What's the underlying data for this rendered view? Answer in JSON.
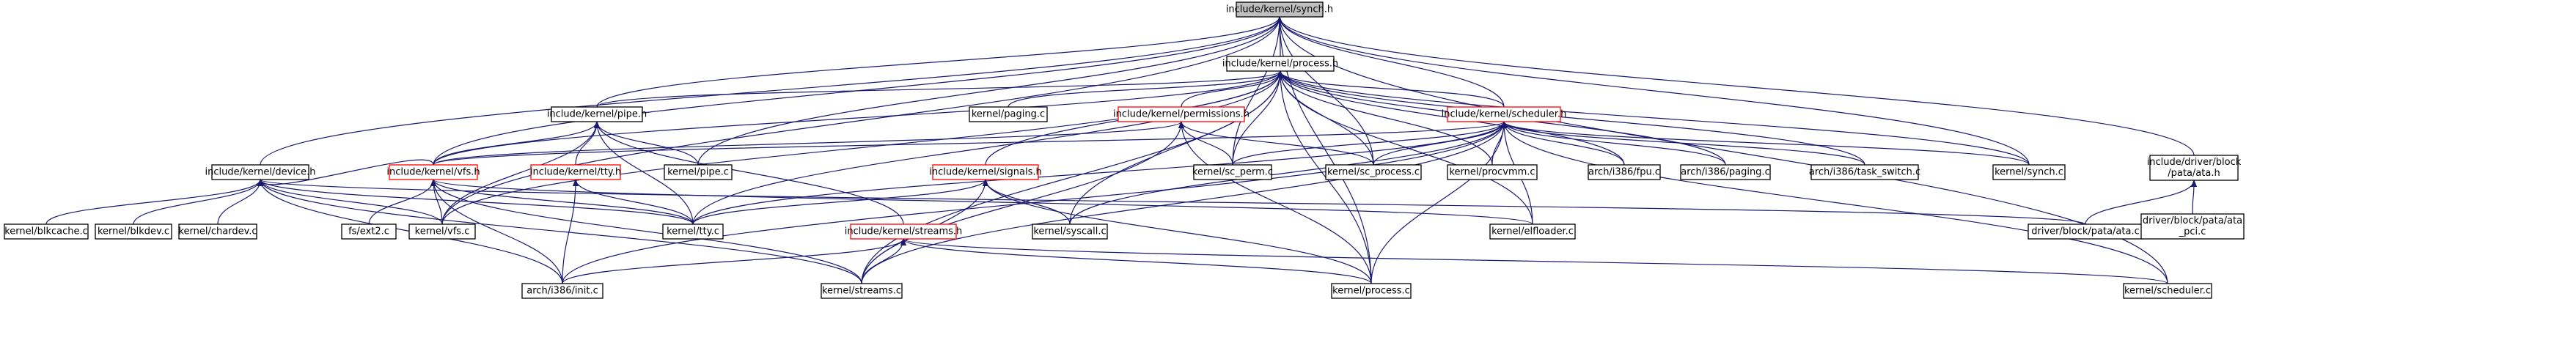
{
  "diagram": {
    "type": "include-dependency-graph",
    "colors": {
      "edge": "#191970",
      "root_fill": "#bfbfbf",
      "node_border": "#000000",
      "truncated_border": "#ff0000",
      "background": "#ffffff"
    },
    "nodes": [
      {
        "id": "synch_h",
        "label": "include/kernel/synch.h",
        "lines": [
          "include/kernel/synch.h"
        ],
        "style": "root"
      },
      {
        "id": "process_h",
        "label": "include/kernel/process.h",
        "lines": [
          "include/kernel/process.h"
        ],
        "style": "normal"
      },
      {
        "id": "pipe_h",
        "label": "include/kernel/pipe.h",
        "lines": [
          "include/kernel/pipe.h"
        ],
        "style": "normal"
      },
      {
        "id": "permissions_h",
        "label": "include/kernel/permissions.h",
        "lines": [
          "include/kernel/permissions.h"
        ],
        "style": "red"
      },
      {
        "id": "scheduler_h",
        "label": "include/kernel/scheduler.h",
        "lines": [
          "include/kernel/scheduler.h"
        ],
        "style": "red"
      },
      {
        "id": "device_h",
        "label": "include/kernel/device.h",
        "lines": [
          "include/kernel/device.h"
        ],
        "style": "normal"
      },
      {
        "id": "vfs_h",
        "label": "include/kernel/vfs.h",
        "lines": [
          "include/kernel/vfs.h"
        ],
        "style": "red"
      },
      {
        "id": "tty_h",
        "label": "include/kernel/tty.h",
        "lines": [
          "include/kernel/tty.h"
        ],
        "style": "red"
      },
      {
        "id": "signals_h",
        "label": "include/kernel/signals.h",
        "lines": [
          "include/kernel/signals.h"
        ],
        "style": "red"
      },
      {
        "id": "streams_h",
        "label": "include/kernel/streams.h",
        "lines": [
          "include/kernel/streams.h"
        ],
        "style": "red"
      },
      {
        "id": "ata_h",
        "label": "include/driver/block/pata/ata.h",
        "lines": [
          "include/driver/block",
          "/pata/ata.h"
        ],
        "style": "normal"
      },
      {
        "id": "paging_c",
        "label": "kernel/paging.c",
        "lines": [
          "kernel/paging.c"
        ],
        "style": "normal"
      },
      {
        "id": "pipe_c",
        "label": "kernel/pipe.c",
        "lines": [
          "kernel/pipe.c"
        ],
        "style": "normal"
      },
      {
        "id": "sc_perm_c",
        "label": "kernel/sc_perm.c",
        "lines": [
          "kernel/sc_perm.c"
        ],
        "style": "normal"
      },
      {
        "id": "sc_process_c",
        "label": "kernel/sc_process.c",
        "lines": [
          "kernel/sc_process.c"
        ],
        "style": "normal"
      },
      {
        "id": "procvmm_c",
        "label": "kernel/procvmm.c",
        "lines": [
          "kernel/procvmm.c"
        ],
        "style": "normal"
      },
      {
        "id": "fpu_c",
        "label": "arch/i386/fpu.c",
        "lines": [
          "arch/i386/fpu.c"
        ],
        "style": "normal"
      },
      {
        "id": "i386_paging_c",
        "label": "arch/i386/paging.c",
        "lines": [
          "arch/i386/paging.c"
        ],
        "style": "normal"
      },
      {
        "id": "task_switch_c",
        "label": "arch/i386/task_switch.c",
        "lines": [
          "arch/i386/task_switch.c"
        ],
        "style": "normal"
      },
      {
        "id": "synch_c",
        "label": "kernel/synch.c",
        "lines": [
          "kernel/synch.c"
        ],
        "style": "normal"
      },
      {
        "id": "blkcache_c",
        "label": "kernel/blkcache.c",
        "lines": [
          "kernel/blkcache.c"
        ],
        "style": "normal"
      },
      {
        "id": "blkdev_c",
        "label": "kernel/blkdev.c",
        "lines": [
          "kernel/blkdev.c"
        ],
        "style": "normal"
      },
      {
        "id": "chardev_c",
        "label": "kernel/chardev.c",
        "lines": [
          "kernel/chardev.c"
        ],
        "style": "normal"
      },
      {
        "id": "ext2_c",
        "label": "fs/ext2.c",
        "lines": [
          "fs/ext2.c"
        ],
        "style": "normal"
      },
      {
        "id": "vfs_c",
        "label": "kernel/vfs.c",
        "lines": [
          "kernel/vfs.c"
        ],
        "style": "normal"
      },
      {
        "id": "tty_c",
        "label": "kernel/tty.c",
        "lines": [
          "kernel/tty.c"
        ],
        "style": "normal"
      },
      {
        "id": "syscall_c",
        "label": "kernel/syscall.c",
        "lines": [
          "kernel/syscall.c"
        ],
        "style": "normal"
      },
      {
        "id": "elfloader_c",
        "label": "kernel/elfloader.c",
        "lines": [
          "kernel/elfloader.c"
        ],
        "style": "normal"
      },
      {
        "id": "ata_c",
        "label": "driver/block/pata/ata.c",
        "lines": [
          "driver/block/pata/ata.c"
        ],
        "style": "normal"
      },
      {
        "id": "ata_pci_c",
        "label": "driver/block/pata/ata_pci.c",
        "lines": [
          "driver/block/pata/ata",
          "_pci.c"
        ],
        "style": "normal"
      },
      {
        "id": "init_c",
        "label": "arch/i386/init.c",
        "lines": [
          "arch/i386/init.c"
        ],
        "style": "normal"
      },
      {
        "id": "streams_c",
        "label": "kernel/streams.c",
        "lines": [
          "kernel/streams.c"
        ],
        "style": "normal"
      },
      {
        "id": "process_c",
        "label": "kernel/process.c",
        "lines": [
          "kernel/process.c"
        ],
        "style": "normal"
      },
      {
        "id": "scheduler_c",
        "label": "kernel/scheduler.c",
        "lines": [
          "kernel/scheduler.c"
        ],
        "style": "normal"
      }
    ],
    "edges": [
      [
        "synch_h",
        "process_h"
      ],
      [
        "synch_h",
        "pipe_h"
      ],
      [
        "synch_h",
        "scheduler_h"
      ],
      [
        "synch_h",
        "device_h"
      ],
      [
        "synch_h",
        "vfs_h"
      ],
      [
        "synch_h",
        "ata_h"
      ],
      [
        "synch_h",
        "pipe_c"
      ],
      [
        "synch_h",
        "sc_perm_c"
      ],
      [
        "synch_h",
        "sc_process_c"
      ],
      [
        "synch_h",
        "synch_c"
      ],
      [
        "synch_h",
        "vfs_c"
      ],
      [
        "synch_h",
        "process_c"
      ],
      [
        "synch_h",
        "scheduler_c"
      ],
      [
        "process_h",
        "pipe_h"
      ],
      [
        "process_h",
        "permissions_h"
      ],
      [
        "process_h",
        "scheduler_h"
      ],
      [
        "process_h",
        "vfs_h"
      ],
      [
        "process_h",
        "signals_h"
      ],
      [
        "process_h",
        "paging_c"
      ],
      [
        "process_h",
        "sc_perm_c"
      ],
      [
        "process_h",
        "sc_process_c"
      ],
      [
        "process_h",
        "procvmm_c"
      ],
      [
        "process_h",
        "fpu_c"
      ],
      [
        "process_h",
        "i386_paging_c"
      ],
      [
        "process_h",
        "task_switch_c"
      ],
      [
        "process_h",
        "synch_c"
      ],
      [
        "process_h",
        "tty_c"
      ],
      [
        "process_h",
        "syscall_c"
      ],
      [
        "process_h",
        "elfloader_c"
      ],
      [
        "process_h",
        "vfs_c"
      ],
      [
        "process_h",
        "streams_c"
      ],
      [
        "process_h",
        "process_c"
      ],
      [
        "pipe_h",
        "vfs_h"
      ],
      [
        "pipe_h",
        "tty_h"
      ],
      [
        "pipe_h",
        "pipe_c"
      ],
      [
        "pipe_h",
        "tty_c"
      ],
      [
        "pipe_h",
        "vfs_c"
      ],
      [
        "pipe_h",
        "streams_h"
      ],
      [
        "permissions_h",
        "vfs_h"
      ],
      [
        "permissions_h",
        "sc_perm_c"
      ],
      [
        "permissions_h",
        "sc_process_c"
      ],
      [
        "permissions_h",
        "streams_c"
      ],
      [
        "permissions_h",
        "process_c"
      ],
      [
        "scheduler_h",
        "vfs_h"
      ],
      [
        "scheduler_h",
        "sc_perm_c"
      ],
      [
        "scheduler_h",
        "sc_process_c"
      ],
      [
        "scheduler_h",
        "procvmm_c"
      ],
      [
        "scheduler_h",
        "fpu_c"
      ],
      [
        "scheduler_h",
        "i386_paging_c"
      ],
      [
        "scheduler_h",
        "task_switch_c"
      ],
      [
        "scheduler_h",
        "synch_c"
      ],
      [
        "scheduler_h",
        "tty_c"
      ],
      [
        "scheduler_h",
        "syscall_c"
      ],
      [
        "scheduler_h",
        "elfloader_c"
      ],
      [
        "scheduler_h",
        "init_c"
      ],
      [
        "scheduler_h",
        "streams_c"
      ],
      [
        "scheduler_h",
        "process_c"
      ],
      [
        "scheduler_h",
        "scheduler_c"
      ],
      [
        "device_h",
        "vfs_h"
      ],
      [
        "device_h",
        "blkcache_c"
      ],
      [
        "device_h",
        "blkdev_c"
      ],
      [
        "device_h",
        "chardev_c"
      ],
      [
        "device_h",
        "vfs_c"
      ],
      [
        "device_h",
        "tty_c"
      ],
      [
        "device_h",
        "ata_c"
      ],
      [
        "device_h",
        "init_c"
      ],
      [
        "device_h",
        "streams_c"
      ],
      [
        "vfs_h",
        "ext2_c"
      ],
      [
        "vfs_h",
        "vfs_c"
      ],
      [
        "vfs_h",
        "tty_c"
      ],
      [
        "vfs_h",
        "elfloader_c"
      ],
      [
        "vfs_h",
        "init_c"
      ],
      [
        "vfs_h",
        "streams_c"
      ],
      [
        "tty_h",
        "tty_c"
      ],
      [
        "tty_h",
        "init_c"
      ],
      [
        "signals_h",
        "tty_c"
      ],
      [
        "signals_h",
        "syscall_c"
      ],
      [
        "signals_h",
        "streams_c"
      ],
      [
        "signals_h",
        "process_c"
      ],
      [
        "streams_h",
        "init_c"
      ],
      [
        "streams_h",
        "streams_c"
      ],
      [
        "streams_h",
        "process_c"
      ],
      [
        "streams_h",
        "scheduler_c"
      ],
      [
        "ata_h",
        "ata_c"
      ],
      [
        "ata_h",
        "ata_pci_c"
      ]
    ]
  }
}
